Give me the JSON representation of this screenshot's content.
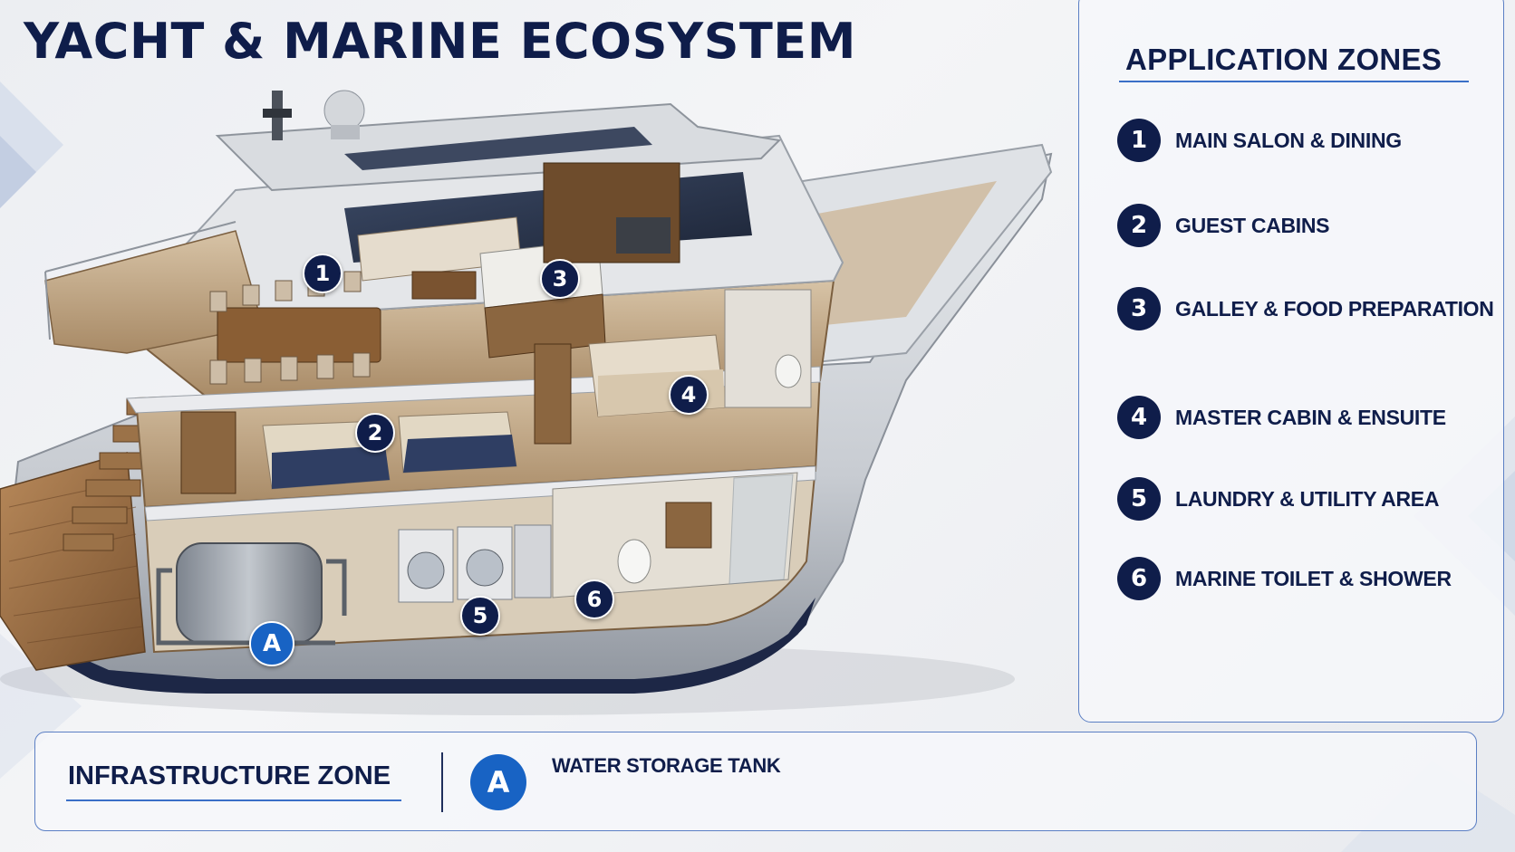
{
  "title": "YACHT & MARINE ECOSYSTEM",
  "application_zones": {
    "heading": "APPLICATION ZONES",
    "items": [
      {
        "number": "1",
        "label": "MAIN SALON & DINING"
      },
      {
        "number": "2",
        "label": "GUEST CABINS"
      },
      {
        "number": "3",
        "label": "GALLEY & FOOD PREPARATION"
      },
      {
        "number": "4",
        "label": "MASTER CABIN & ENSUITE"
      },
      {
        "number": "5",
        "label": "LAUNDRY & UTILITY AREA"
      },
      {
        "number": "6",
        "label": "MARINE TOILET & SHOWER"
      }
    ]
  },
  "infrastructure_zone": {
    "heading": "INFRASTRUCTURE ZONE",
    "items": [
      {
        "letter": "A",
        "label": "WATER STORAGE TANK"
      }
    ]
  },
  "colors": {
    "navy": "#0f1d4a",
    "accent_blue": "#1863c4",
    "panel_border": "#5b7fc4"
  }
}
